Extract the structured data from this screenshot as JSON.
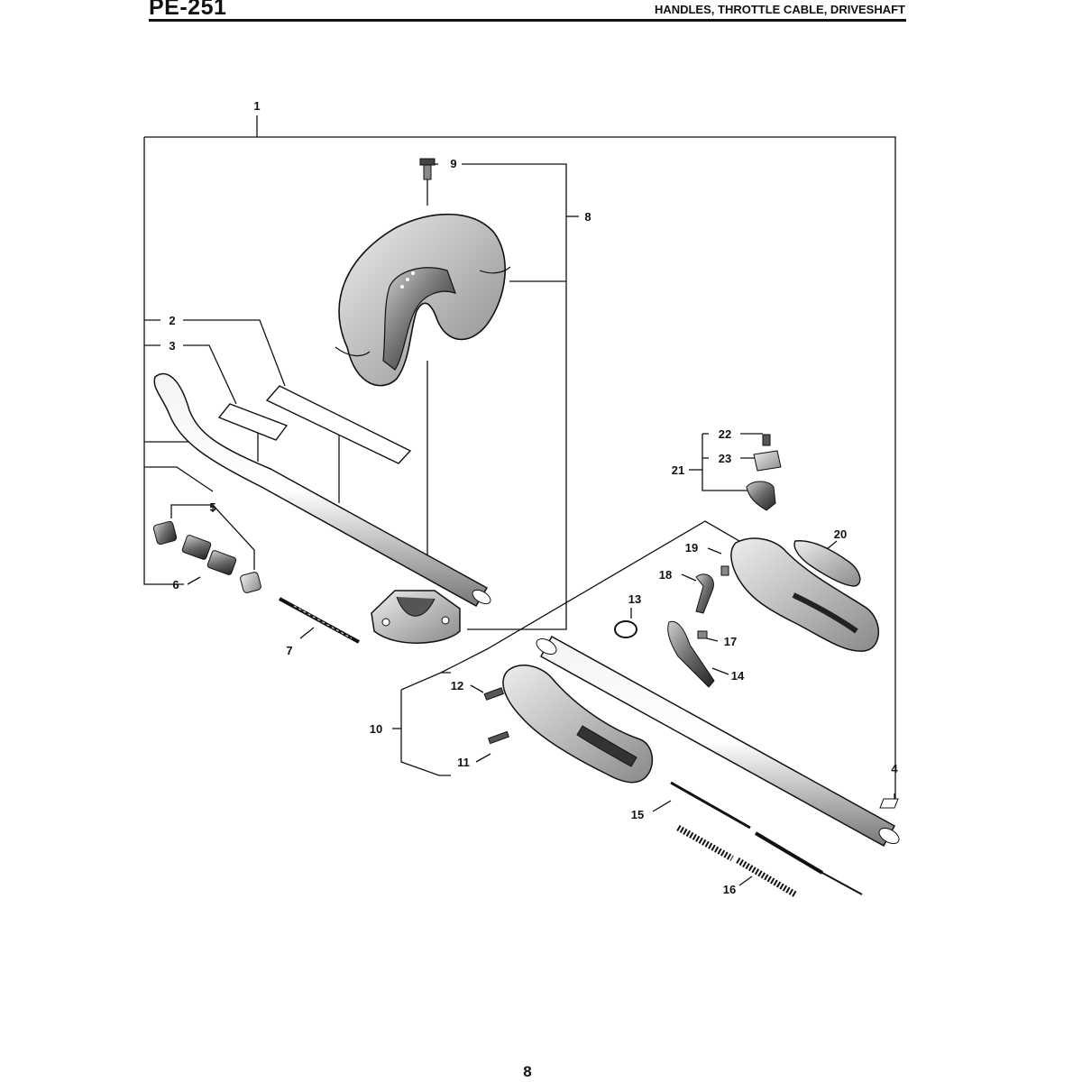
{
  "header": {
    "model": "PE-251",
    "title": "HANDLES, THROTTLE CABLE, DRIVESHAFT"
  },
  "footer": {
    "page_number": "8"
  },
  "callouts": [
    "1",
    "2",
    "3",
    "4",
    "5",
    "6",
    "7",
    "8",
    "9",
    "10",
    "11",
    "12",
    "13",
    "14",
    "15",
    "16",
    "17",
    "18",
    "19",
    "20",
    "21",
    "22",
    "23"
  ]
}
